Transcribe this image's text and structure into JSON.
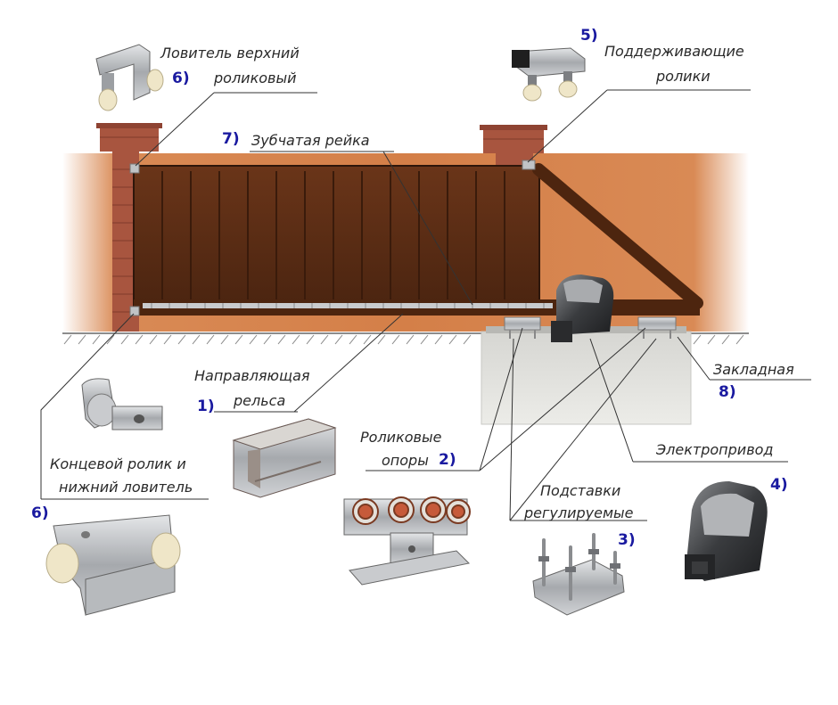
{
  "labels": {
    "upper_catcher": {
      "number": "6)",
      "line1": "Ловитель верхний",
      "line2": "роликовый"
    },
    "support_rollers": {
      "number": "5)",
      "line1": "Поддерживающие",
      "line2": "ролики"
    },
    "gear_rack": {
      "number": "7)",
      "text": "Зубчатая рейка"
    },
    "guide_rail": {
      "number": "1)",
      "line1": "Направляющая",
      "line2": "рельса"
    },
    "embedded_part": {
      "number": "8)",
      "text": "Закладная"
    },
    "roller_carriages": {
      "number": "2)",
      "line1": "Роликовые",
      "line2": "опоры"
    },
    "electric_drive": {
      "number": "4)",
      "text": "Электропривод"
    },
    "end_roller": {
      "number": "6)",
      "line1": "Концевой ролик и",
      "line2": "нижний ловитель"
    },
    "adjustable_stands": {
      "number": "3)",
      "line1": "Подставки",
      "line2": "регулируемые"
    }
  },
  "colors": {
    "gate": "#5a2d16",
    "gate_dark": "#3e1e0d",
    "fence": "#d07c44",
    "brick": "#a8553f",
    "metal": "#b9bcc0",
    "number": "#1a1aa0"
  }
}
